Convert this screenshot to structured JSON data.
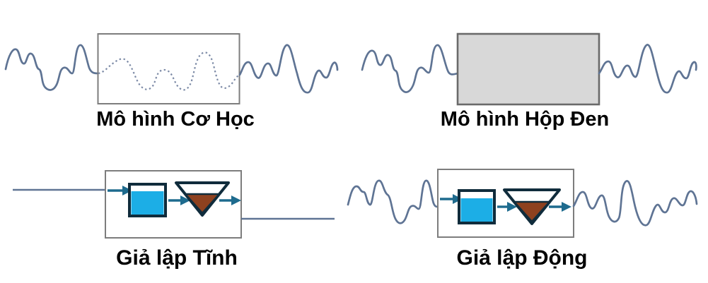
{
  "figure": {
    "panels": {
      "mechanical": {
        "label": "Mô hình Cơ Học"
      },
      "blackbox": {
        "label": "Mô hình Hộp Đen"
      },
      "static": {
        "label": "Giả lập Tĩnh"
      },
      "dynamic": {
        "label": "Giả lập Động"
      }
    },
    "colors": {
      "background": "#ffffff",
      "signal-wave": "#5f7494",
      "dotted-wave": "#7c8aa6",
      "box-fill": "#ffffff",
      "box-border": "#7d7d7d",
      "blackbox-fill": "#d8d8d8",
      "blackbox-border": "#6a6a6a",
      "arrow": "#1e6b8e",
      "reservoir-fill": "#1caee6",
      "shape-outline": "#102c3c",
      "funnel-fill": "#8e411f",
      "label": "#000000"
    }
  }
}
